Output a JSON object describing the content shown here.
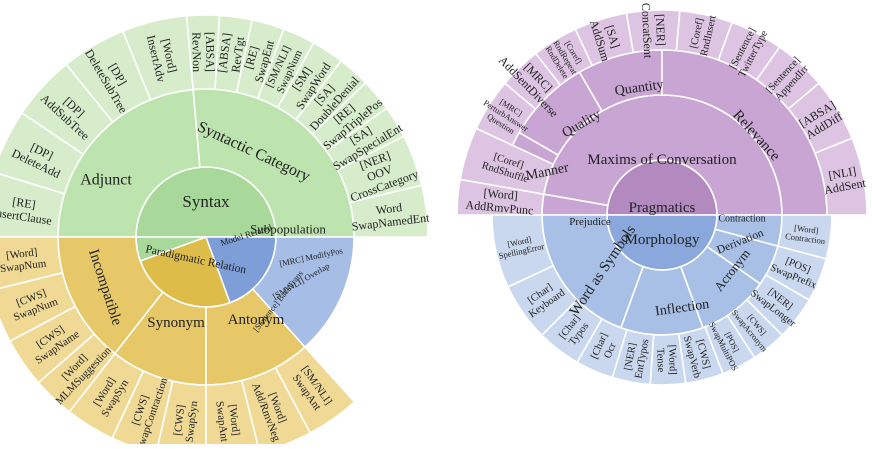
{
  "left_chart": {
    "root": {
      "syntax": "Syntax",
      "paradigmatic": "Paradigmatic Relation"
    },
    "mid": {
      "adjunct": "Adjunct",
      "syntactic_category": "Syntactic Category",
      "incompatible": "Incompatible",
      "synonym": "Synonym",
      "antonym": "Antonym",
      "model_related": "Model Related",
      "subpopulation": "Subpopulation"
    },
    "leaves": [
      [
        "[RE]",
        "InsertClause"
      ],
      [
        "[DP]",
        "DeleteAdd"
      ],
      [
        "[DP]",
        "AddSubTree"
      ],
      [
        "[DP]",
        "DeleteSubTree"
      ],
      [
        "[Word]",
        "InsertAdv"
      ],
      [
        "[ABSA]",
        "RevNon"
      ],
      [
        "[ABSA]",
        "RevTgt"
      ],
      [
        "[RE]",
        "SwapEnt"
      ],
      [
        "[SM/NLI]",
        "SwapNum"
      ],
      [
        "[SM]",
        "SwapWord"
      ],
      [
        "[SA]",
        "DoubleDenial"
      ],
      [
        "[RE]",
        "SwapTriplePos"
      ],
      [
        "[SA]",
        "SwapSpecialEnt"
      ],
      [
        "[NER]",
        "OOV",
        "CrossCategory"
      ],
      [
        "Word",
        "SwapNamedEnt"
      ],
      [
        "[Word]",
        "SwapNum"
      ],
      [
        "[CWS]",
        "SwapNum"
      ],
      [
        "[CWS]",
        "SwapName"
      ],
      [
        "[Word]",
        "MLMSuggestion"
      ],
      [
        "[Word]",
        "SwapSyn"
      ],
      [
        "[CWS]",
        "SwapContraction"
      ],
      [
        "[CWS]",
        "SwapSyn"
      ],
      [
        "[Word]",
        "SwapAnt"
      ],
      [
        "[Word]",
        "Add/RmvNeg"
      ],
      [
        "[SM/NLI]",
        "SwapAnt"
      ]
    ],
    "model_items": [
      "[MRC] ModifyPos",
      "[SM/NLI] Overlap",
      "[Sentence] BackTrans"
    ]
  },
  "right_chart": {
    "root": {
      "pragmatics": "Pragmatics",
      "morphology": "Morphology"
    },
    "mid": {
      "maxims": "Maxims of Conversation",
      "prejudice": "Prejudice",
      "manner": "Manner",
      "quality": "Quality",
      "quantity": "Quantity",
      "relevance": "Relevance",
      "word_as_symbols": "Word as Symbols",
      "inflection": "Inflection",
      "acronym": "Acronym",
      "derivation": "Derivation",
      "contraction": "Contraction"
    },
    "leaves": [
      [
        "[Word]",
        "AddRmvPunc"
      ],
      [
        "[Coref]",
        "RndShuffle"
      ],
      [
        "[MRC]",
        "PerturbAnswer",
        "Question"
      ],
      [
        "[MRC]",
        "AddSentDiverse"
      ],
      [
        "[Coref]",
        "RndRepeat",
        "RndDelete"
      ],
      [
        "[SA]",
        "AddSum"
      ],
      [
        "[NER]",
        "ConcatSent"
      ],
      [
        "[Coref]",
        "RndInsert"
      ],
      [
        "[Sentence]",
        "TwitterType"
      ],
      [
        "[Sentence]",
        "AppendIrr"
      ],
      [
        "[ABSA]",
        "AddDiff"
      ],
      [
        "[NLI]",
        "AddSent"
      ],
      [
        "[Word]",
        "Contraction"
      ],
      [
        "[POS]",
        "SwapPrefix"
      ],
      [
        "[NER]",
        "SwapLonger"
      ],
      [
        "[CWS]",
        "SwapAcronym"
      ],
      [
        "[POS]",
        "SwapMultiPOS"
      ],
      [
        "[CWS]",
        "SwapVerb"
      ],
      [
        "[Word]",
        "Tense"
      ],
      [
        "[NER]",
        "EntTypos"
      ],
      [
        "[Char]",
        "Ocr"
      ],
      [
        "[Char]",
        "Typos"
      ],
      [
        "[Char]",
        "Keyboard"
      ],
      [
        "[Word]",
        "SpellingError"
      ]
    ]
  },
  "colors": {
    "syntax_inner": "#a9d99a",
    "syntax_mid": "#bde3ae",
    "syntax_outer": "#d6eccb",
    "para_inner": "#ddbc49",
    "para_mid": "#e7c868",
    "para_outer": "#efd995",
    "model_inner": "#7d9ed6",
    "model_outer": "#a6bde6",
    "prag_inner": "#b38ac0",
    "prag_mid": "#c8a5d2",
    "prag_outer": "#dcc4e2",
    "morph_inner": "#8aa8db",
    "morph_mid": "#a8bfe6",
    "morph_outer": "#c9d7ef"
  }
}
